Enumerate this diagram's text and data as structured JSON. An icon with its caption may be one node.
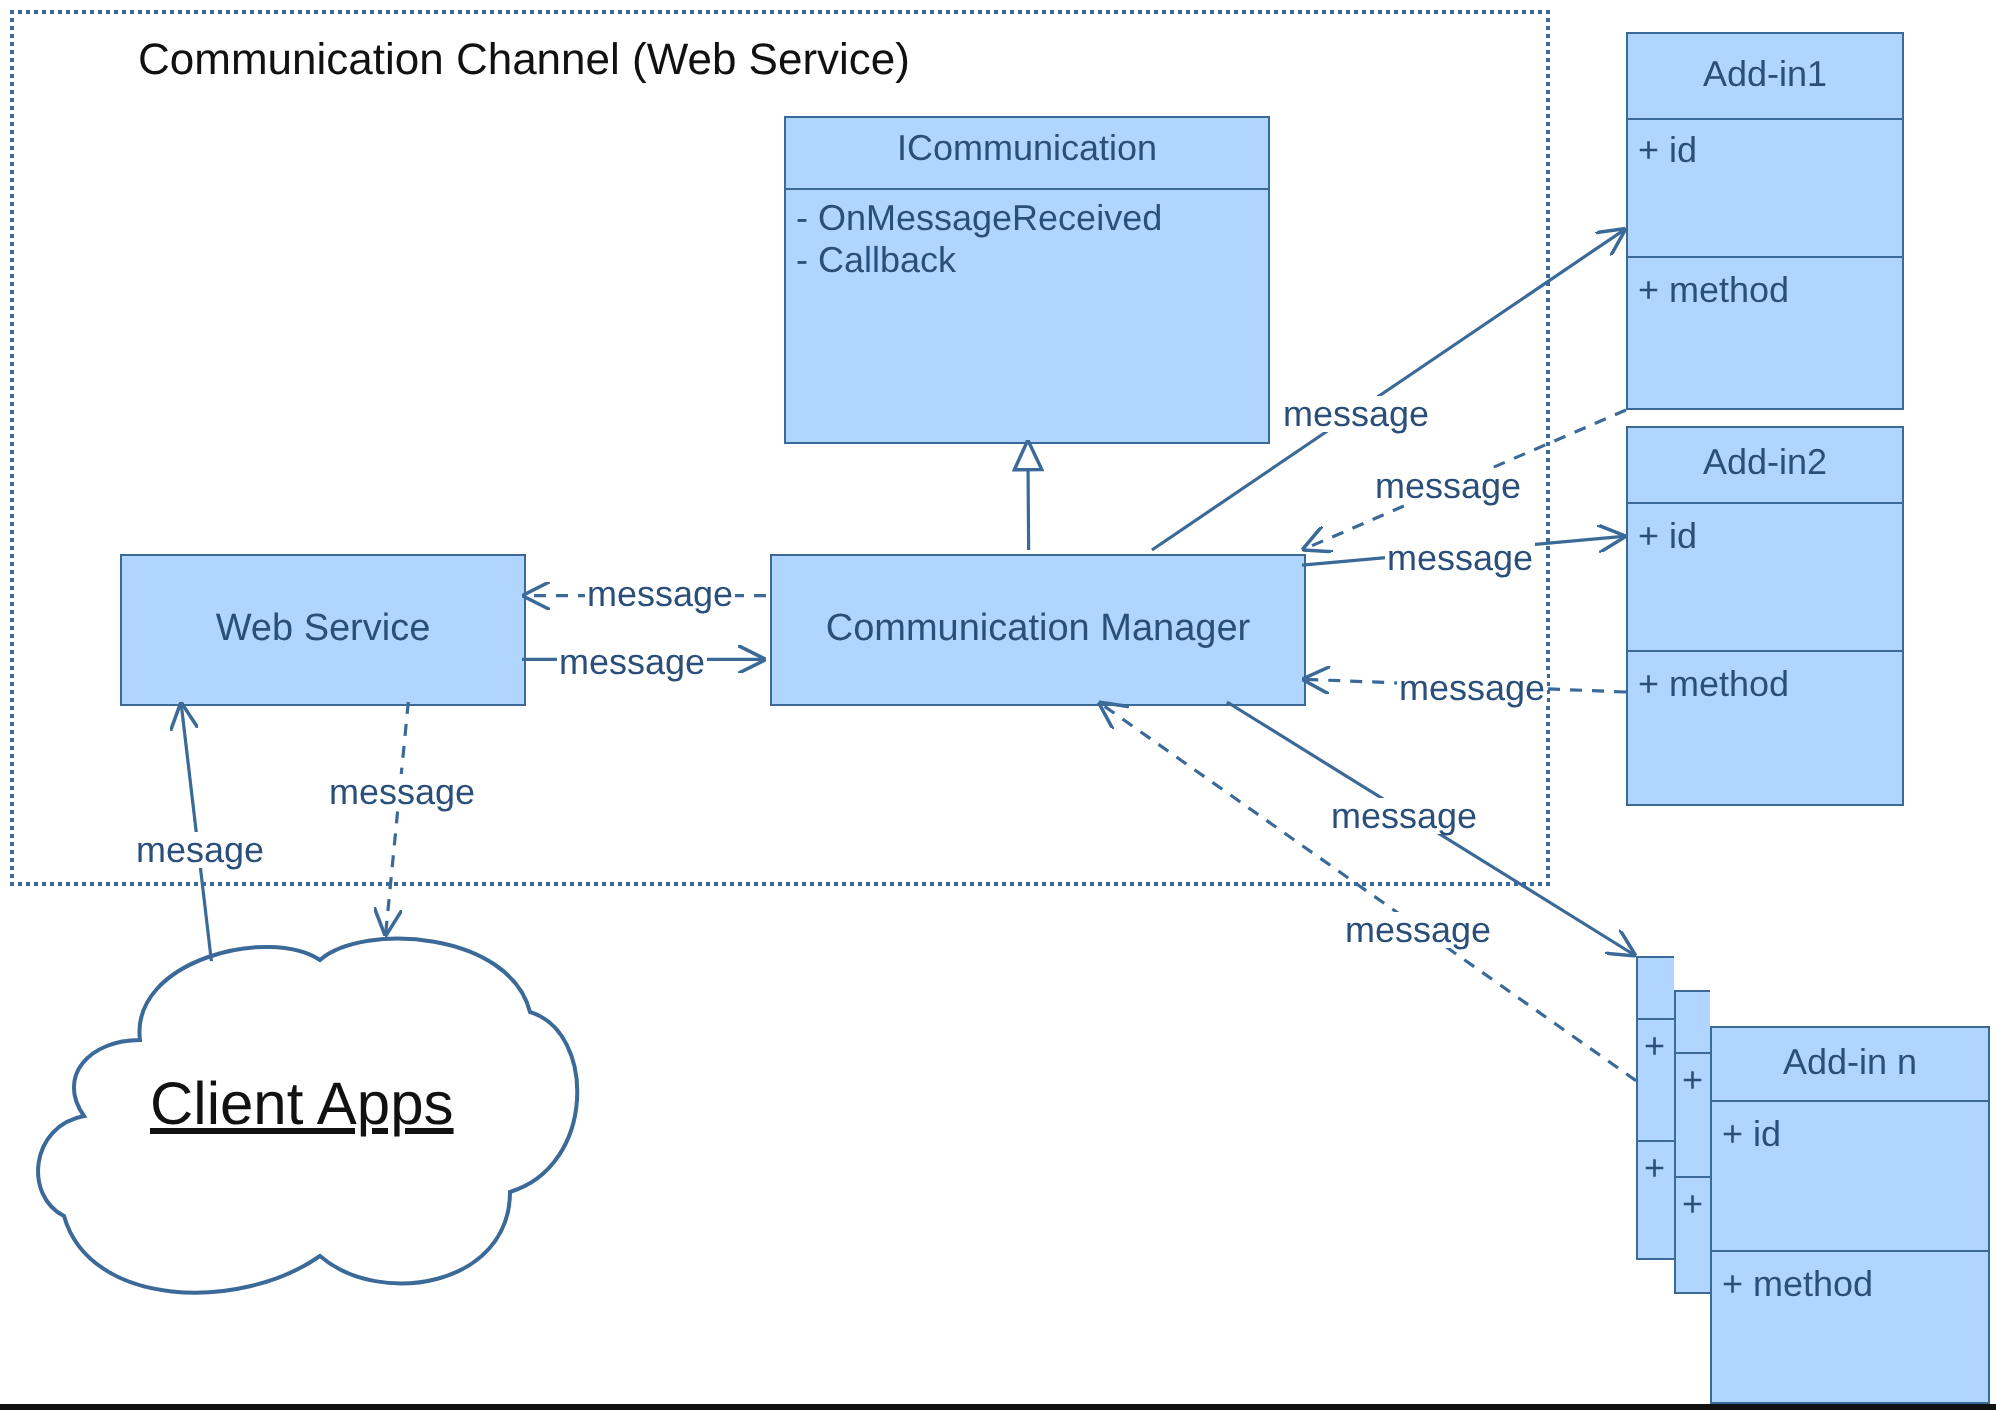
{
  "diagram": {
    "nodes": [
      {
        "text": [
          "Communication Channel (Web Service)"
        ]
      },
      {
        "text": [
          "ICommunication",
          "- OnMessageReceived",
          "- Callback"
        ],
        "in": 0
      },
      {
        "text": [
          "Web Service"
        ],
        "in": 0
      },
      {
        "text": [
          "Communication Manager"
        ],
        "in": 0
      },
      {
        "text": [
          "Add-in1",
          "+ id",
          "+ method"
        ]
      },
      {
        "text": [
          "Add-in2",
          "+ id",
          "+ method"
        ]
      },
      {
        "text": [
          "+",
          "+"
        ]
      },
      {
        "text": [
          "+",
          "+"
        ]
      },
      {
        "text": [
          "Add-in n",
          "+ id",
          "+ method"
        ]
      },
      {
        "text": [
          "Client Apps"
        ]
      }
    ],
    "edges": [
      {
        "from": 3,
        "to": 1,
        "arrow": "to"
      },
      {
        "from": 3,
        "to": 2,
        "arrow": "to",
        "label": "message",
        "style": "dashed"
      },
      {
        "from": 2,
        "to": 3,
        "arrow": "to",
        "label": "message"
      },
      {
        "from": 3,
        "to": 4,
        "arrow": "to",
        "label": "message"
      },
      {
        "from": 4,
        "to": 3,
        "arrow": "to",
        "label": "message",
        "style": "dashed"
      },
      {
        "from": 3,
        "to": 5,
        "arrow": "to",
        "label": "message"
      },
      {
        "from": 5,
        "to": 3,
        "arrow": "to",
        "label": "message",
        "style": "dashed"
      },
      {
        "from": 3,
        "to": 6,
        "arrow": "to",
        "label": "message"
      },
      {
        "from": 6,
        "to": 3,
        "arrow": "to",
        "label": "message",
        "style": "dashed"
      },
      {
        "from": 9,
        "to": 2,
        "arrow": "to",
        "label": "mesage"
      },
      {
        "from": 2,
        "to": 9,
        "arrow": "to",
        "label": "message",
        "style": "dashed"
      }
    ]
  }
}
